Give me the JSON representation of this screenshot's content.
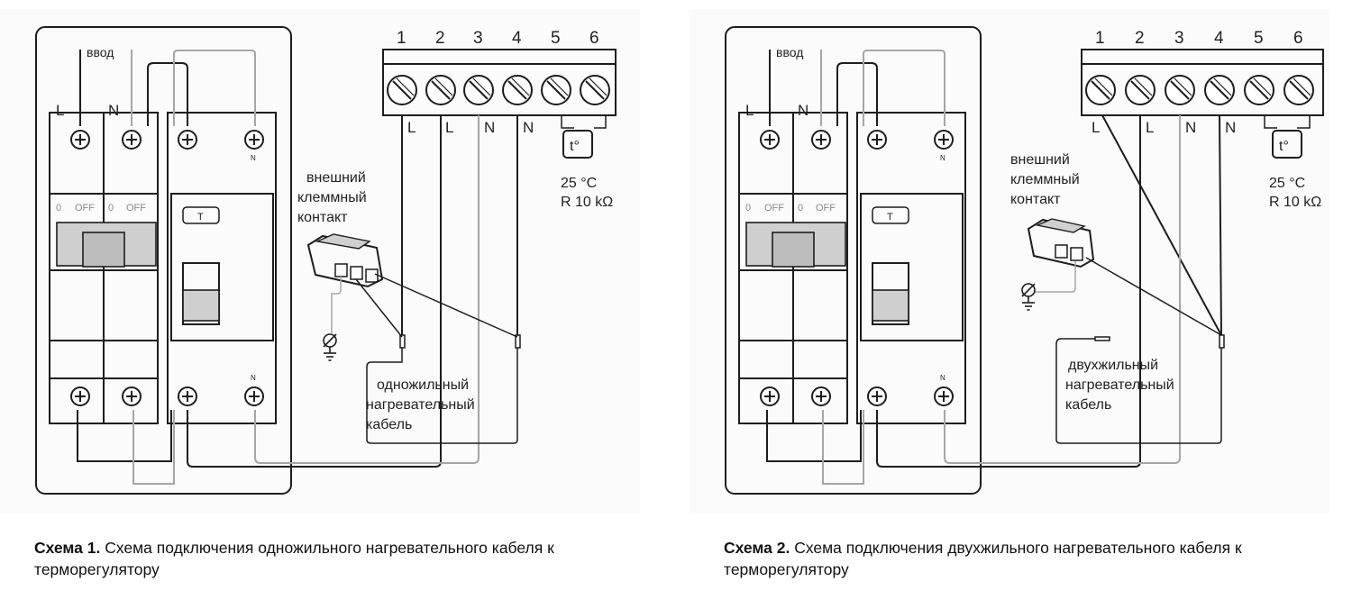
{
  "colors": {
    "line_dark": "#1d1d1d",
    "line_grey": "#a6a6a6",
    "switch_fill": "#cfcfcf",
    "background": "#fbfbfb"
  },
  "diagrams": [
    {
      "input_label": "ввод",
      "breaker_labels": {
        "l": "L",
        "n": "N"
      },
      "off_labels": [
        "0",
        "OFF",
        "0",
        "OFF"
      ],
      "rcd_n_label": "N",
      "rcd_test_label": "T",
      "terminal_numbers": [
        "1",
        "2",
        "3",
        "4",
        "5",
        "6"
      ],
      "terminal_wire_labels": [
        "L",
        "L",
        "N",
        "N"
      ],
      "sensor_label": "t°",
      "sensor_spec": [
        "25 °C",
        "R 10 kΩ"
      ],
      "connector_label": [
        "внешний",
        "клеммный",
        "контакт"
      ],
      "cable_label": [
        "одножильный",
        "нагревательный",
        "кабель"
      ]
    },
    {
      "input_label": "ввод",
      "breaker_labels": {
        "l": "L",
        "n": "N"
      },
      "off_labels": [
        "0",
        "OFF",
        "0",
        "OFF"
      ],
      "rcd_n_label": "N",
      "rcd_test_label": "T",
      "terminal_numbers": [
        "1",
        "2",
        "3",
        "4",
        "5",
        "6"
      ],
      "terminal_wire_labels": [
        "L",
        "L",
        "N",
        "N"
      ],
      "sensor_label": "t°",
      "sensor_spec": [
        "25 °C",
        "R 10 kΩ"
      ],
      "connector_label": [
        "внешний",
        "клеммный",
        "контакт"
      ],
      "cable_label": [
        "двухжильный",
        "нагревательный",
        "кабель"
      ]
    }
  ],
  "captions": [
    {
      "bold": "Схема 1.",
      "text": "Схема подключения одножильного нагревательного кабеля к терморегулятору"
    },
    {
      "bold": "Схема 2.",
      "text": "Схема подключения двухжильного нагревательного кабеля к терморегулятору"
    }
  ]
}
